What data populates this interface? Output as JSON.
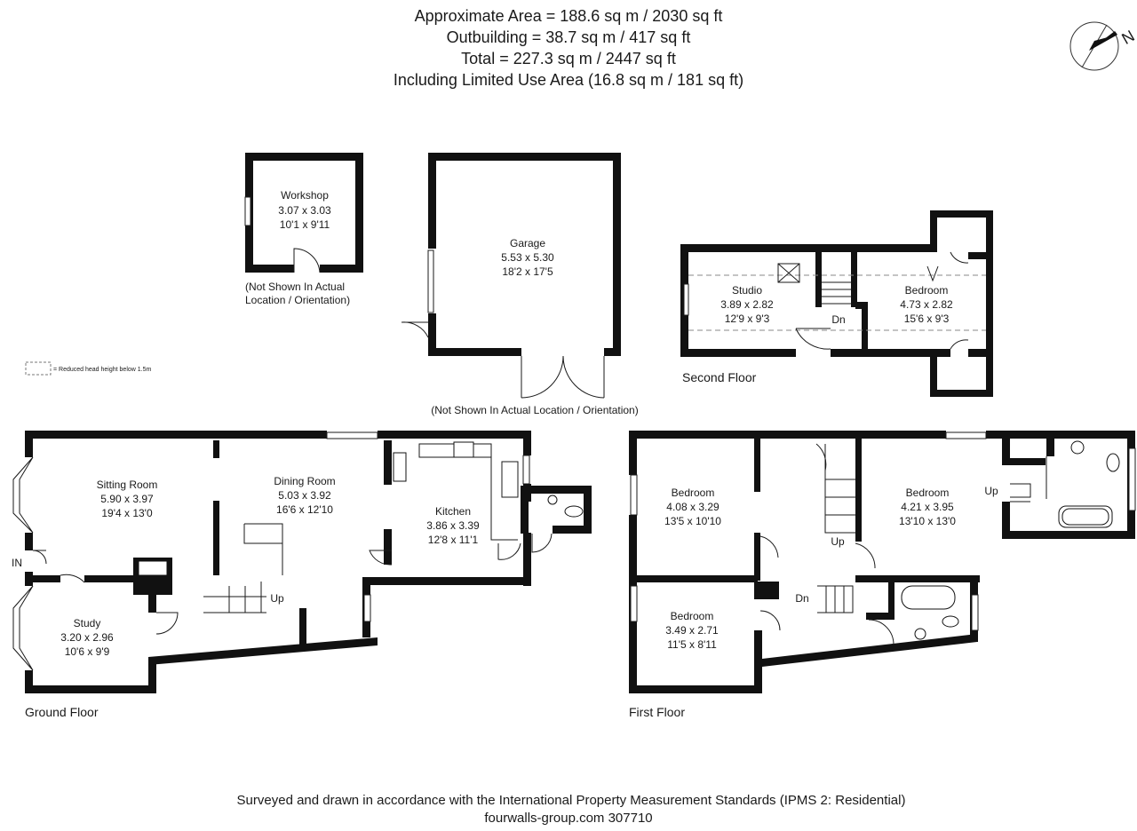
{
  "header": {
    "line1": "Approximate  Area = 188.6 sq m / 2030 sq ft",
    "line2": "Outbuilding = 38.7 sq m / 417 sq ft",
    "line3": "Total = 227.3 sq m / 2447 sq ft",
    "line4": "Including Limited Use Area (16.8 sq m / 181 sq ft)"
  },
  "compass": {
    "label": "N"
  },
  "legend": {
    "text": "= Reduced head height below 1.5m"
  },
  "outbuildings": {
    "workshop": {
      "name": "Workshop",
      "metric": "3.07 x 3.03",
      "imperial": "10'1 x 9'11"
    },
    "workshop_note_1": "(Not Shown In Actual",
    "workshop_note_2": "Location / Orientation)",
    "garage": {
      "name": "Garage",
      "metric": "5.53 x 5.30",
      "imperial": "18'2 x 17'5"
    },
    "garage_note": "(Not Shown In Actual Location / Orientation)"
  },
  "second_floor": {
    "title": "Second Floor",
    "studio": {
      "name": "Studio",
      "metric": "3.89 x 2.82",
      "imperial": "12'9 x 9'3"
    },
    "bedroom": {
      "name": "Bedroom",
      "metric": "4.73 x 2.82",
      "imperial": "15'6 x 9'3"
    },
    "stair_label": "Dn"
  },
  "ground_floor": {
    "title": "Ground Floor",
    "entry": "IN",
    "sitting": {
      "name": "Sitting Room",
      "metric": "5.90 x 3.97",
      "imperial": "19'4 x 13'0"
    },
    "dining": {
      "name": "Dining Room",
      "metric": "5.03 x 3.92",
      "imperial": "16'6 x 12'10"
    },
    "kitchen": {
      "name": "Kitchen",
      "metric": "3.86 x 3.39",
      "imperial": "12'8 x 11'1"
    },
    "study": {
      "name": "Study",
      "metric": "3.20 x 2.96",
      "imperial": "10'6 x 9'9"
    },
    "stair_label": "Up"
  },
  "first_floor": {
    "title": "First Floor",
    "bedroom1": {
      "name": "Bedroom",
      "metric": "4.08 x 3.29",
      "imperial": "13'5 x 10'10"
    },
    "bedroom2": {
      "name": "Bedroom",
      "metric": "4.21 x 3.95",
      "imperial": "13'10 x 13'0"
    },
    "bedroom3": {
      "name": "Bedroom",
      "metric": "3.49 x 2.71",
      "imperial": "11'5 x 8'11"
    },
    "stair_up": "Up",
    "stair_dn": "Dn",
    "ensuite_up": "Up"
  },
  "footer": {
    "line1": "Surveyed and drawn in accordance with the International Property Measurement Standards (IPMS 2: Residential)",
    "line2": "fourwalls-group.com 307710"
  }
}
